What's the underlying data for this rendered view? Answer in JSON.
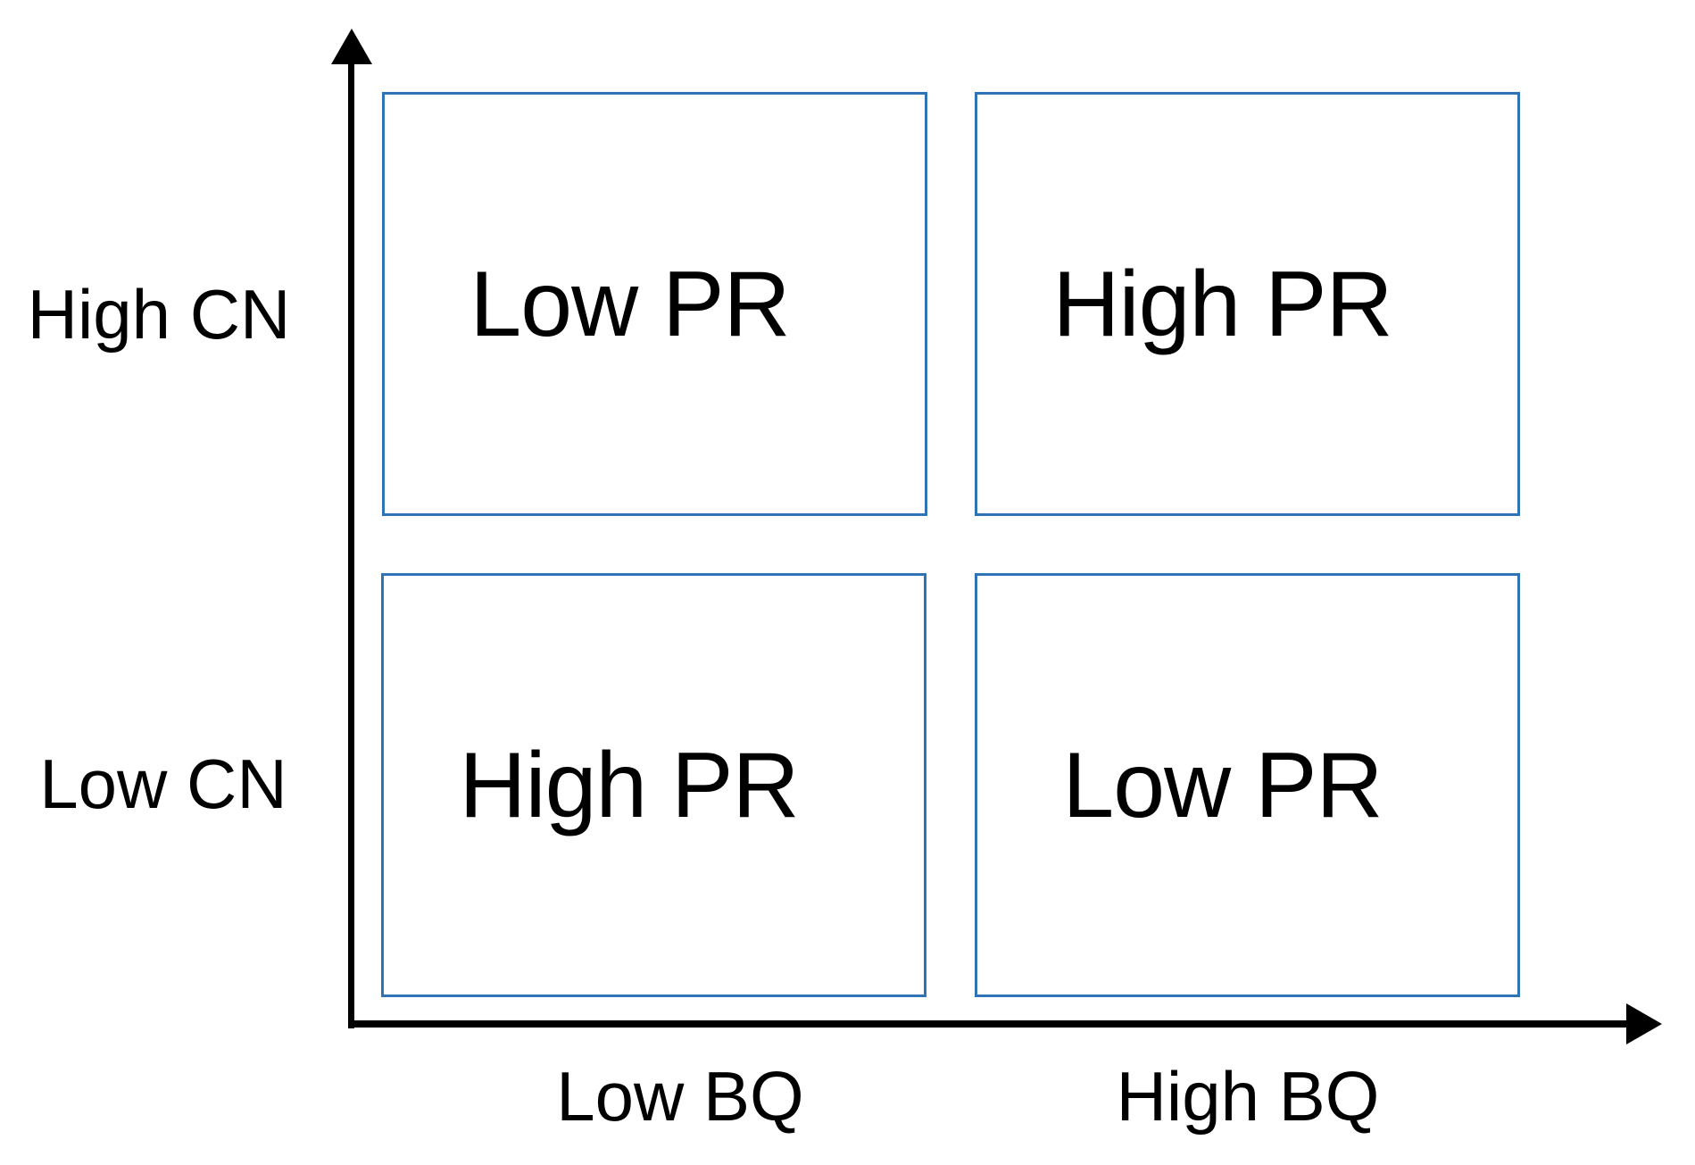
{
  "figure": {
    "type": "2x2-quadrant-matrix",
    "background": "#FFFFFF",
    "colors": {
      "box_border": "#2E74B5",
      "axis": "#000000",
      "text": "#000000"
    },
    "y_axis": {
      "high_label": "High CN",
      "low_label": "Low CN"
    },
    "x_axis": {
      "low_label": "Low BQ",
      "high_label": "High BQ"
    },
    "quadrants": {
      "top_left": "Low PR",
      "top_right": "High PR",
      "bottom_left": "High PR",
      "bottom_right": "Low PR"
    }
  }
}
